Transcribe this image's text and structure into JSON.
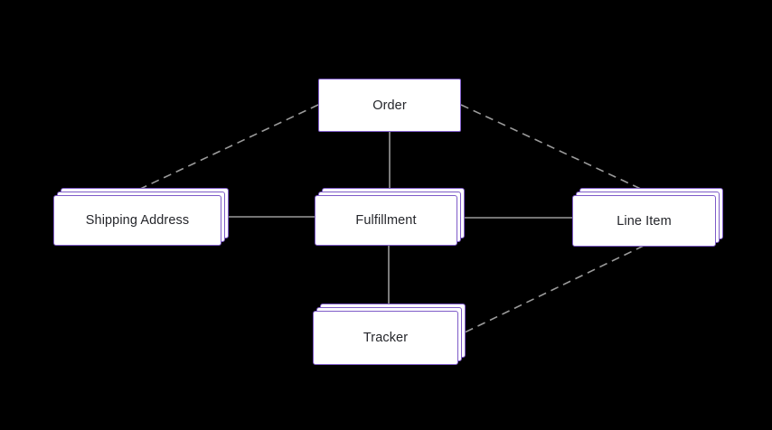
{
  "diagram": {
    "background_color": "#000000",
    "node_fill_color": "#ffffff",
    "node_border_color": "#7e5bc8",
    "solid_edge_color": "#9a9a9a",
    "dashed_edge_color": "#9b9b9b",
    "text_color": "#25262b",
    "nodes": [
      {
        "id": "order",
        "label": "Order",
        "style": "single-card"
      },
      {
        "id": "shipping-address",
        "label": "Shipping Address",
        "style": "stacked-card"
      },
      {
        "id": "fulfillment",
        "label": "Fulfillment",
        "style": "stacked-card"
      },
      {
        "id": "line-item",
        "label": "Line Item",
        "style": "stacked-card"
      },
      {
        "id": "tracker",
        "label": "Tracker",
        "style": "stacked-card"
      }
    ],
    "edges": [
      {
        "from": "order",
        "to": "fulfillment",
        "style": "solid"
      },
      {
        "from": "shipping-address",
        "to": "fulfillment",
        "style": "solid"
      },
      {
        "from": "fulfillment",
        "to": "line-item",
        "style": "solid"
      },
      {
        "from": "fulfillment",
        "to": "tracker",
        "style": "solid"
      },
      {
        "from": "order",
        "to": "shipping-address",
        "style": "dashed"
      },
      {
        "from": "order",
        "to": "line-item",
        "style": "dashed"
      },
      {
        "from": "line-item",
        "to": "tracker",
        "style": "dashed"
      }
    ]
  }
}
